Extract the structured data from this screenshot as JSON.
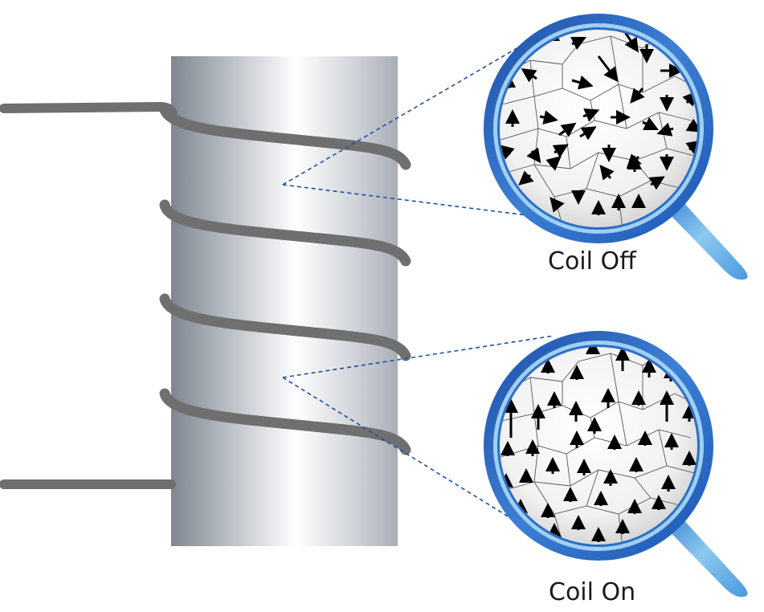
{
  "diagram": {
    "labels": {
      "off": "Coil Off",
      "on": "Coil On"
    },
    "colors": {
      "wire": "#6f6f6f",
      "core_dark": "#8c939c",
      "core_light": "#ffffff",
      "lens_rim_dark": "#1f5fb8",
      "lens_rim_light": "#66a8e6",
      "handle_dark": "#3a86cf",
      "handle_light": "#9fd0f2",
      "arrow": "#000000",
      "grain_line": "#555555",
      "dashed_line": "#1f4f9f"
    },
    "magnifiers": [
      {
        "id": "off",
        "state": "unaligned domains",
        "arrow_pattern": "random directions"
      },
      {
        "id": "on",
        "state": "aligned domains",
        "arrow_pattern": "all pointing up"
      }
    ]
  }
}
